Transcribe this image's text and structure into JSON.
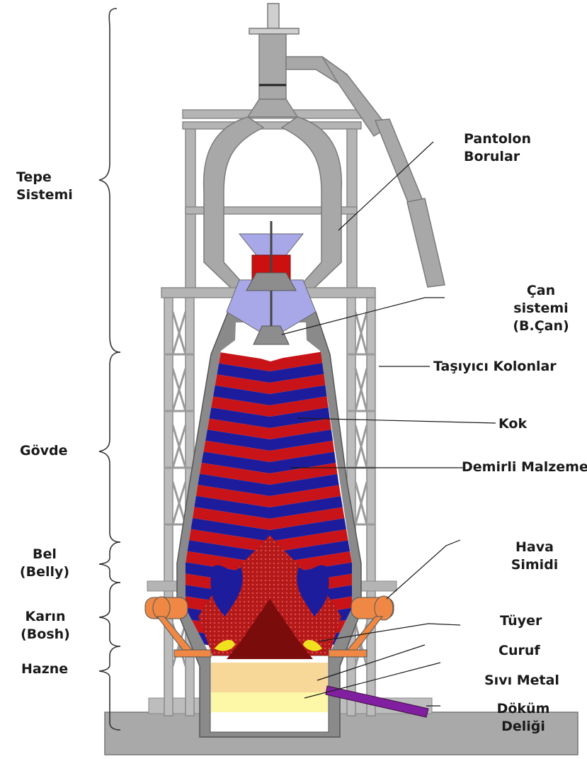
{
  "left_labels": {
    "tepe": [
      "Tepe",
      "Sistemi"
    ],
    "govde": [
      "Gövde"
    ],
    "bel": [
      "Bel",
      "(Belly)"
    ],
    "karin": [
      "Karın",
      "(Bosh)"
    ],
    "hazne": [
      "Hazne"
    ]
  },
  "right_labels": {
    "pantolon": [
      "Pantolon",
      "Borular"
    ],
    "can": [
      "Çan",
      "sistemi",
      "(B.Çan)"
    ],
    "tasiyici": [
      "Taşıyıcı Kolonlar"
    ],
    "kok": [
      "Kok"
    ],
    "demirli": [
      "Demirli Malzeme"
    ],
    "hava": [
      "Hava",
      "Simidi"
    ],
    "tuyer": [
      "Tüyer"
    ],
    "curuf": [
      "Curuf"
    ],
    "sivi": [
      "Sıvı Metal"
    ],
    "dokum": [
      "Döküm",
      "Deliği"
    ]
  },
  "colors": {
    "coke_layer": "#1c1c9c",
    "iron_layer": "#c81418",
    "cohesive_zone": "#b41818",
    "dead_man": "#7a0c0c",
    "slag": "#f8d898",
    "hot_metal": "#fcf8a8",
    "hopper": "#a8a8e8",
    "tuyere_flame": "#f0e020",
    "bustle_pipe": "#ee8844",
    "tap_hole": "#8020a0",
    "steel_gray": "#b4b4b4",
    "shell_gray": "#8a8a8a"
  }
}
